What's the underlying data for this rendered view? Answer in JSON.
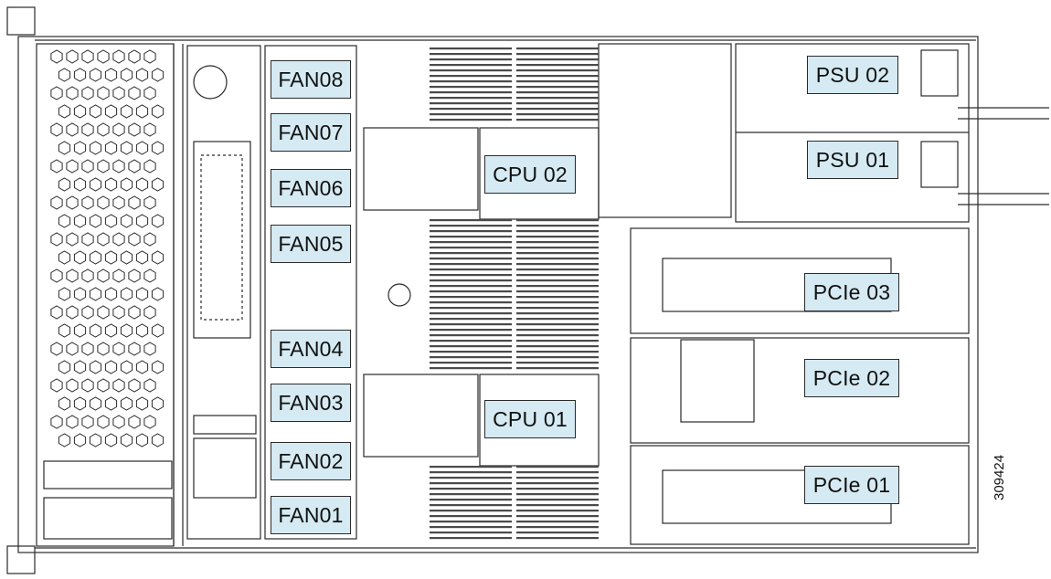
{
  "figure_id": "309424",
  "labels": {
    "fans": [
      "FAN08",
      "FAN07",
      "FAN06",
      "FAN05",
      "FAN04",
      "FAN03",
      "FAN02",
      "FAN01"
    ],
    "cpus": [
      "CPU 02",
      "CPU 01"
    ],
    "psus": [
      "PSU 02",
      "PSU 01"
    ],
    "pcie": [
      "PCIe 03",
      "PCIe 02",
      "PCIe 01"
    ]
  },
  "colors": {
    "label_fill": "#d5eaf2",
    "line": "#2a2a2a",
    "dimm": "#4a4a4a",
    "background": "#ffffff"
  }
}
